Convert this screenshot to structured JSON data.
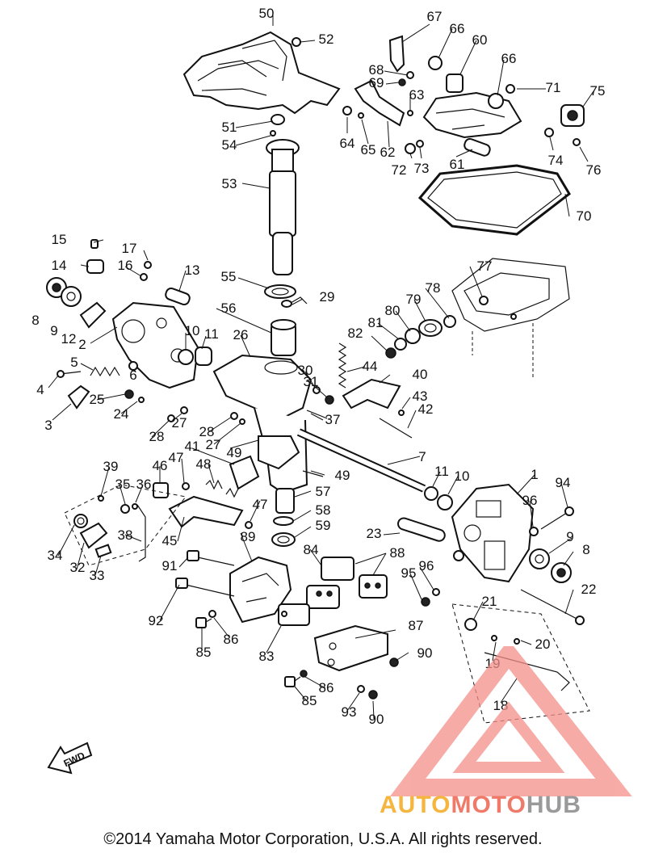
{
  "diagram": {
    "callouts": [
      {
        "id": "50",
        "text": "50"
      },
      {
        "id": "52",
        "text": "52"
      },
      {
        "id": "67",
        "text": "67"
      },
      {
        "id": "66a",
        "text": "66"
      },
      {
        "id": "60",
        "text": "60"
      },
      {
        "id": "66b",
        "text": "66"
      },
      {
        "id": "68",
        "text": "68"
      },
      {
        "id": "69",
        "text": "69"
      },
      {
        "id": "63",
        "text": "63"
      },
      {
        "id": "71",
        "text": "71"
      },
      {
        "id": "75",
        "text": "75"
      },
      {
        "id": "51",
        "text": "51"
      },
      {
        "id": "54",
        "text": "54"
      },
      {
        "id": "64",
        "text": "64"
      },
      {
        "id": "65",
        "text": "65"
      },
      {
        "id": "62",
        "text": "62"
      },
      {
        "id": "72",
        "text": "72"
      },
      {
        "id": "73",
        "text": "73"
      },
      {
        "id": "61",
        "text": "61"
      },
      {
        "id": "74",
        "text": "74"
      },
      {
        "id": "76",
        "text": "76"
      },
      {
        "id": "53",
        "text": "53"
      },
      {
        "id": "70",
        "text": "70"
      },
      {
        "id": "15",
        "text": "15"
      },
      {
        "id": "17",
        "text": "17"
      },
      {
        "id": "14",
        "text": "14"
      },
      {
        "id": "16",
        "text": "16"
      },
      {
        "id": "13",
        "text": "13"
      },
      {
        "id": "55",
        "text": "55"
      },
      {
        "id": "77",
        "text": "77"
      },
      {
        "id": "8a",
        "text": "8"
      },
      {
        "id": "9a",
        "text": "9"
      },
      {
        "id": "12",
        "text": "12"
      },
      {
        "id": "56",
        "text": "56"
      },
      {
        "id": "29",
        "text": "29"
      },
      {
        "id": "78",
        "text": "78"
      },
      {
        "id": "79",
        "text": "79"
      },
      {
        "id": "80",
        "text": "80"
      },
      {
        "id": "81",
        "text": "81"
      },
      {
        "id": "82",
        "text": "82"
      },
      {
        "id": "2",
        "text": "2"
      },
      {
        "id": "10a",
        "text": "10"
      },
      {
        "id": "11a",
        "text": "11"
      },
      {
        "id": "26",
        "text": "26"
      },
      {
        "id": "5",
        "text": "5"
      },
      {
        "id": "6",
        "text": "6"
      },
      {
        "id": "44",
        "text": "44"
      },
      {
        "id": "30",
        "text": "30"
      },
      {
        "id": "31",
        "text": "31"
      },
      {
        "id": "40",
        "text": "40"
      },
      {
        "id": "4",
        "text": "4"
      },
      {
        "id": "25",
        "text": "25"
      },
      {
        "id": "24",
        "text": "24"
      },
      {
        "id": "43",
        "text": "43"
      },
      {
        "id": "3",
        "text": "3"
      },
      {
        "id": "42",
        "text": "42"
      },
      {
        "id": "27a",
        "text": "27"
      },
      {
        "id": "37",
        "text": "37"
      },
      {
        "id": "28a",
        "text": "28"
      },
      {
        "id": "28b",
        "text": "28"
      },
      {
        "id": "27b",
        "text": "27"
      },
      {
        "id": "49a",
        "text": "49"
      },
      {
        "id": "41",
        "text": "41"
      },
      {
        "id": "47a",
        "text": "47"
      },
      {
        "id": "48",
        "text": "48"
      },
      {
        "id": "7",
        "text": "7"
      },
      {
        "id": "39",
        "text": "39"
      },
      {
        "id": "46",
        "text": "46"
      },
      {
        "id": "49b",
        "text": "49"
      },
      {
        "id": "1",
        "text": "1"
      },
      {
        "id": "94",
        "text": "94"
      },
      {
        "id": "35",
        "text": "35"
      },
      {
        "id": "36",
        "text": "36"
      },
      {
        "id": "11b",
        "text": "11"
      },
      {
        "id": "10b",
        "text": "10"
      },
      {
        "id": "57",
        "text": "57"
      },
      {
        "id": "96a",
        "text": "96"
      },
      {
        "id": "47b",
        "text": "47"
      },
      {
        "id": "58",
        "text": "58"
      },
      {
        "id": "38",
        "text": "38"
      },
      {
        "id": "59",
        "text": "59"
      },
      {
        "id": "23",
        "text": "23"
      },
      {
        "id": "9b",
        "text": "9"
      },
      {
        "id": "34",
        "text": "34"
      },
      {
        "id": "45",
        "text": "45"
      },
      {
        "id": "89",
        "text": "89"
      },
      {
        "id": "84",
        "text": "84"
      },
      {
        "id": "88",
        "text": "88"
      },
      {
        "id": "8b",
        "text": "8"
      },
      {
        "id": "32",
        "text": "32"
      },
      {
        "id": "33",
        "text": "33"
      },
      {
        "id": "91",
        "text": "91"
      },
      {
        "id": "95",
        "text": "95"
      },
      {
        "id": "96b",
        "text": "96"
      },
      {
        "id": "22",
        "text": "22"
      },
      {
        "id": "92",
        "text": "92"
      },
      {
        "id": "21",
        "text": "21"
      },
      {
        "id": "87",
        "text": "87"
      },
      {
        "id": "85a",
        "text": "85"
      },
      {
        "id": "86a",
        "text": "86"
      },
      {
        "id": "83",
        "text": "83"
      },
      {
        "id": "20",
        "text": "20"
      },
      {
        "id": "90a",
        "text": "90"
      },
      {
        "id": "19",
        "text": "19"
      },
      {
        "id": "86b",
        "text": "86"
      },
      {
        "id": "85b",
        "text": "85"
      },
      {
        "id": "18",
        "text": "18"
      },
      {
        "id": "93",
        "text": "93"
      },
      {
        "id": "90b",
        "text": "90"
      }
    ],
    "fwd_label": "FWD"
  },
  "watermark": {
    "auto": "AUTO",
    "moto": "MOTO",
    "hub": "HUB",
    "colors": {
      "auto": "#f5b640",
      "moto": "#f07a6a",
      "hub": "#9a9a9a",
      "triangle": "#f4908a"
    }
  },
  "footer": {
    "copyright": "©2014 Yamaha Motor Corporation, U.S.A. All rights reserved."
  }
}
